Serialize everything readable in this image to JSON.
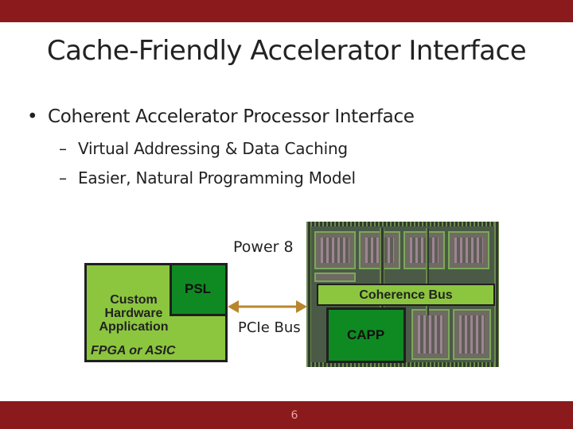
{
  "slide": {
    "title": "Cache-Friendly Accelerator Interface",
    "bullet": "Coherent Accelerator Processor Interface",
    "bullet_marker": "•",
    "sub_marker": "–",
    "subbullets": [
      "Virtual Addressing & Data Caching",
      "Easier, Natural Programming Model"
    ],
    "page_number": "6"
  },
  "diagram": {
    "accelerator_lines": [
      "Custom",
      "Hardware",
      "Application"
    ],
    "fpga_label": "FPGA or ASIC",
    "psl_label": "PSL",
    "chip_label": "Power 8",
    "bus_label": "PCIe Bus",
    "coherence_bus_label": "Coherence Bus",
    "capp_label": "CAPP"
  },
  "colors": {
    "bar": "#8b1a1d",
    "light_green": "#8cc63f",
    "dark_green": "#0f8a22",
    "arrow": "#b8862d"
  }
}
